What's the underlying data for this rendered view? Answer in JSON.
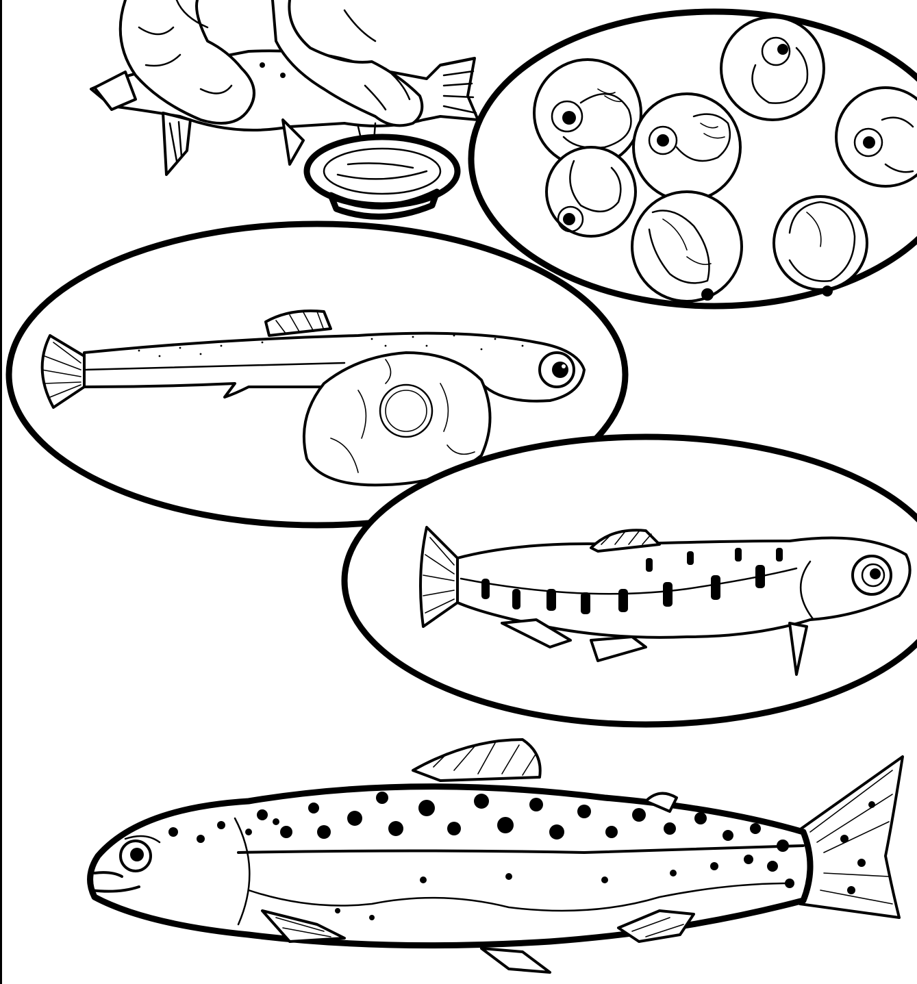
{
  "figure": {
    "stages": [
      {
        "id": "egg-collection",
        "icon": "hands-spawning-fish-icon"
      },
      {
        "id": "eyed-eggs",
        "icon": "fish-eggs-icon"
      },
      {
        "id": "alevin",
        "icon": "alevin-yolk-sac-icon"
      },
      {
        "id": "fry",
        "icon": "fry-parr-marks-icon"
      },
      {
        "id": "adult",
        "icon": "adult-spotted-trout-icon"
      }
    ],
    "colors": {
      "ink": "#000000",
      "paper": "#ffffff"
    }
  }
}
